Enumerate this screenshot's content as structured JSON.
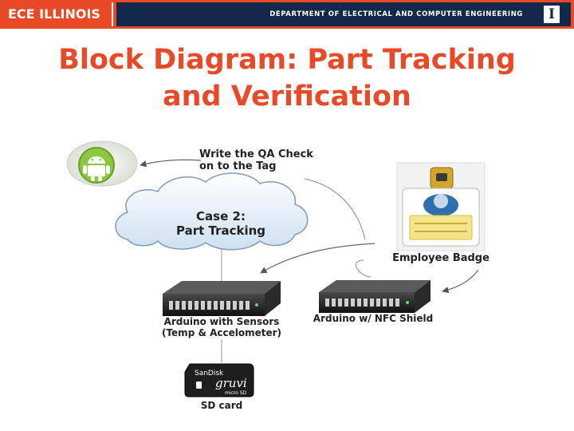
{
  "header": {
    "logo_text": "ECE ILLINOIS",
    "department": "DEPARTMENT OF ELECTRICAL AND COMPUTER ENGINEERING",
    "mark": "I",
    "accent_color": "#e84a27",
    "band_color": "#13294b"
  },
  "title": {
    "line1": "Block Diagram: Part Tracking",
    "line2": "and Verification"
  },
  "diagram": {
    "android_icon": "android-icon",
    "qa_label_line1": "Write the QA Check",
    "qa_label_line2": "on to the Tag",
    "cloud_line1": "Case 2:",
    "cloud_line2": "Part Tracking",
    "badge_label": "Employee Badge",
    "server_left_line1": "Arduino with Sensors",
    "server_left_line2": "(Temp & Accelometer)",
    "server_right_label": "Arduino w/ NFC Shield",
    "sd_card_label": "SD card",
    "sd_card_brand": "SanDisk",
    "sd_card_model": "gruvi",
    "sd_card_capacity": "micro SD"
  }
}
